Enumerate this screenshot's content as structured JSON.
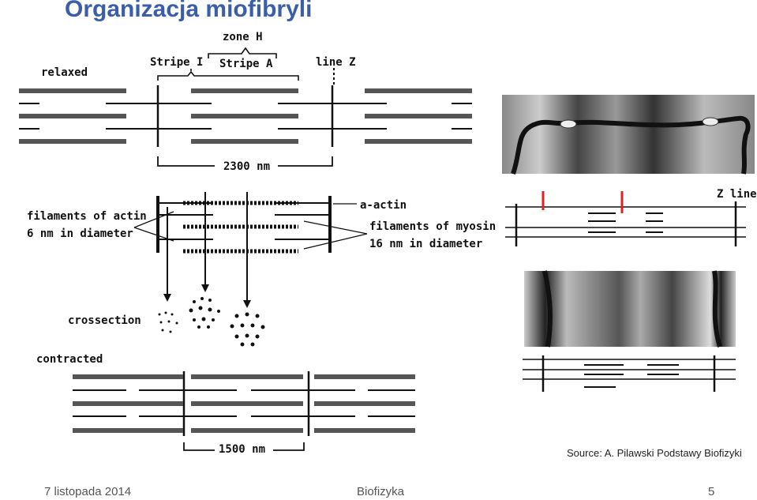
{
  "slide": {
    "title": "Organizacja miofibryli",
    "source": "Source: A. Pilawski Podstawy Biofizyki",
    "footer": {
      "date": "7 listopada 2014",
      "subject": "Biofizyka",
      "page": "5"
    }
  },
  "labels": {
    "zone_h": "zone H",
    "relaxed": "relaxed",
    "stripe_i": "Stripe I",
    "stripe_a": "Stripe A",
    "line_z": "line Z",
    "length_relaxed": "2300 nm",
    "actin_line1": "filaments of actin",
    "actin_line2": "6 nm in diameter",
    "a_actin": "a-actin",
    "myosin_line1": "filaments of myosin",
    "myosin_line2": "16 nm in diameter",
    "crossection": "crossection",
    "contracted": "contracted",
    "length_contracted": "1500 nm",
    "z_line": "Z line"
  },
  "colors": {
    "title": "#3a5ea8",
    "marker": "#dd2222",
    "ink": "#111111"
  }
}
